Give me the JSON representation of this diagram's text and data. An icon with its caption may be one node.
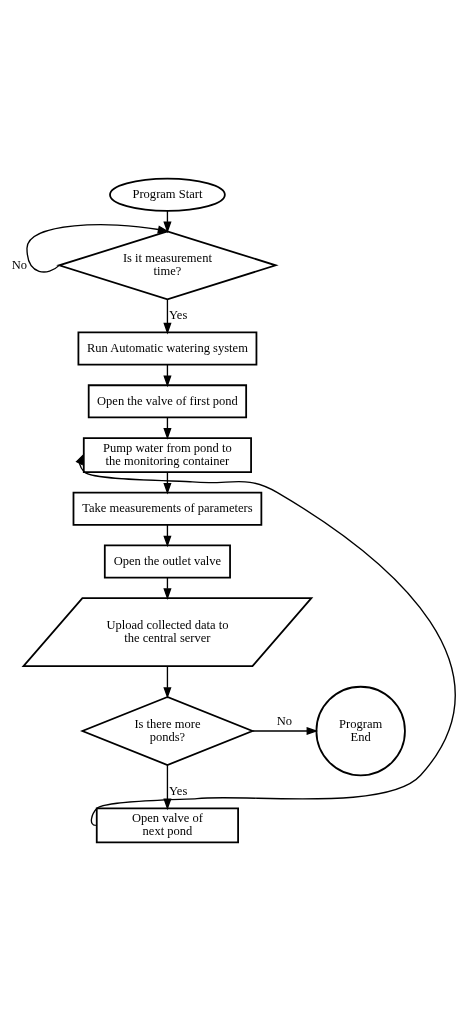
{
  "diagram": {
    "nodes": [
      {
        "text": [
          "Program Start"
        ]
      },
      {
        "text": [
          "Is it measurement time?"
        ]
      },
      {
        "text": [
          "Run Automatic watering system"
        ]
      },
      {
        "text": [
          "Open the valve of first pond"
        ]
      },
      {
        "text": [
          "Pump water from pond to the monitoring container"
        ]
      },
      {
        "text": [
          "Take measurements of parameters"
        ]
      },
      {
        "text": [
          "Open the outlet valve"
        ]
      },
      {
        "text": [
          "Upload collected data to the central server"
        ]
      },
      {
        "text": [
          "Is there more ponds?"
        ]
      },
      {
        "text": [
          "Program End"
        ]
      },
      {
        "text": [
          "Open valve of next pond"
        ]
      }
    ],
    "edges": [
      {
        "from": 0,
        "to": 1,
        "arrow": "to"
      },
      {
        "from": 1,
        "to": 1,
        "arrow": "to",
        "label": "No"
      },
      {
        "from": 1,
        "to": 2,
        "arrow": "to",
        "label": "Yes"
      },
      {
        "from": 2,
        "to": 3,
        "arrow": "to"
      },
      {
        "from": 3,
        "to": 4,
        "arrow": "to"
      },
      {
        "from": 4,
        "to": 5,
        "arrow": "to"
      },
      {
        "from": 5,
        "to": 6,
        "arrow": "to"
      },
      {
        "from": 6,
        "to": 7,
        "arrow": "to"
      },
      {
        "from": 7,
        "to": 8,
        "arrow": "to"
      },
      {
        "from": 8,
        "to": 9,
        "arrow": "to",
        "label": "No"
      },
      {
        "from": 8,
        "to": 10,
        "arrow": "to",
        "label": "Yes"
      },
      {
        "from": 10,
        "to": 4,
        "arrow": "to"
      }
    ]
  }
}
